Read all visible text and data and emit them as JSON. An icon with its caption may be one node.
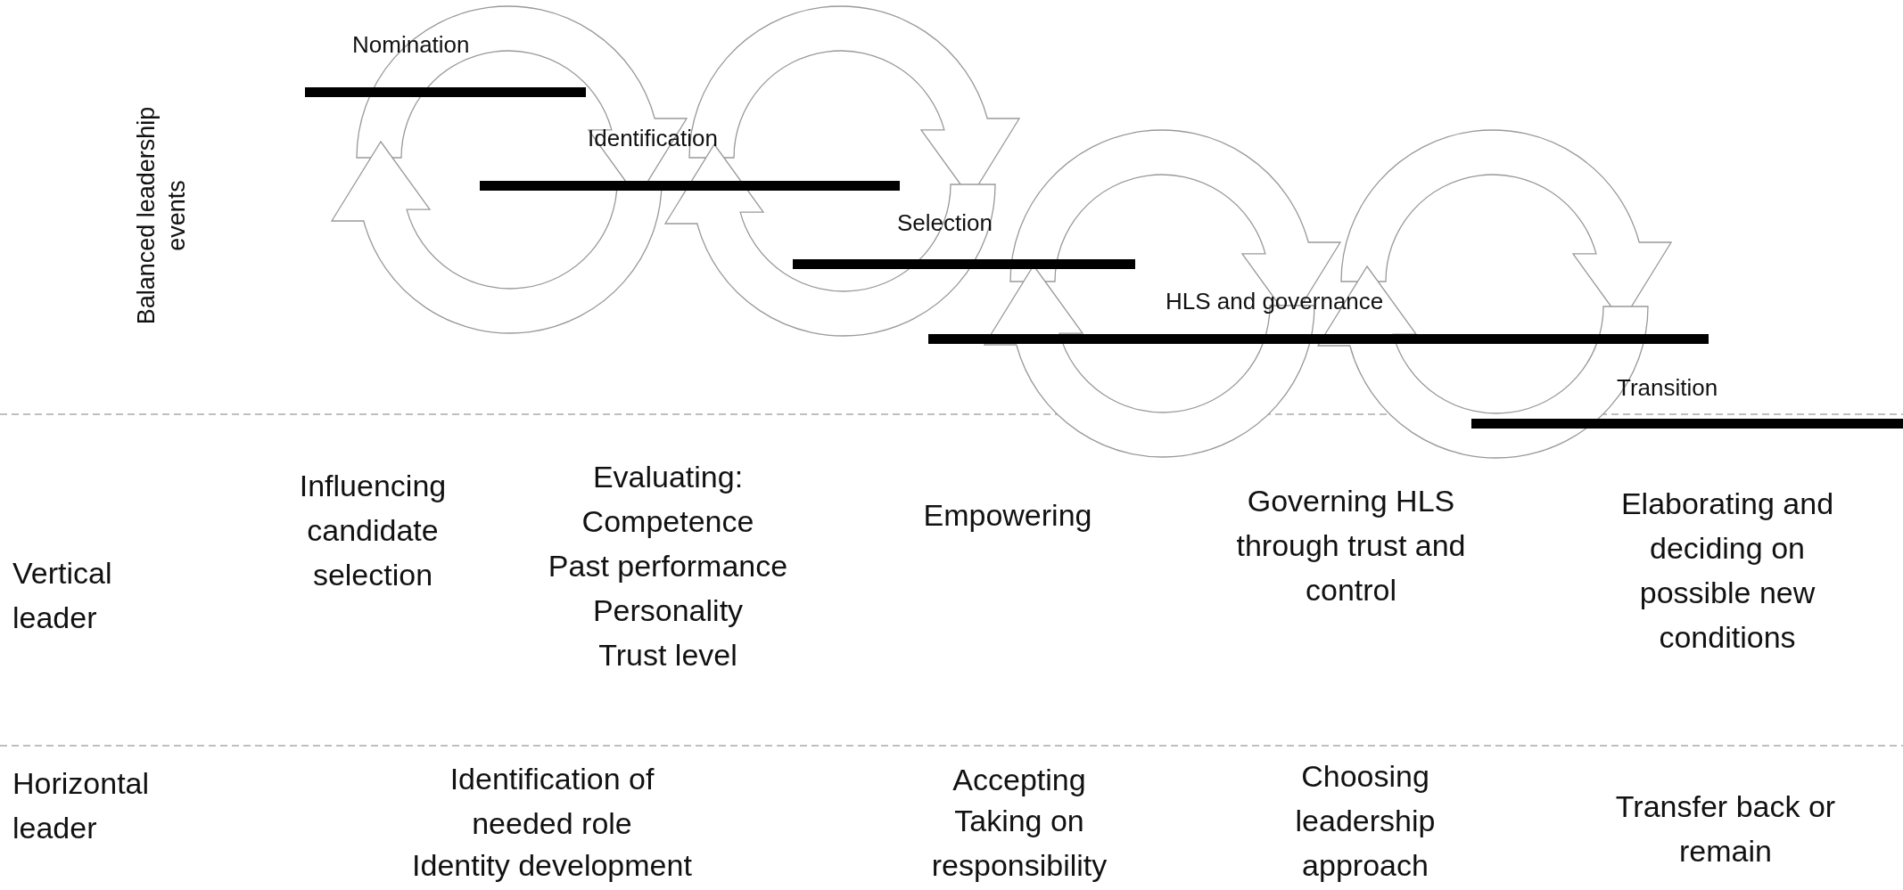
{
  "diagram": {
    "nodes": [
      {
        "text": [
          "Nomination"
        ]
      },
      {
        "text": [
          "Identification"
        ]
      },
      {
        "text": [
          "Selection"
        ]
      },
      {
        "text": [
          "HLS and governance"
        ]
      },
      {
        "text": [
          "Transition"
        ]
      }
    ],
    "edges": [
      {
        "from": 0,
        "to": 1,
        "arrow": "to"
      },
      {
        "from": 1,
        "to": 0,
        "arrow": "to"
      },
      {
        "from": 1,
        "to": 2,
        "arrow": "to"
      },
      {
        "from": 2,
        "to": 1,
        "arrow": "to"
      },
      {
        "from": 2,
        "to": 3,
        "arrow": "to"
      },
      {
        "from": 3,
        "to": 2,
        "arrow": "to"
      },
      {
        "from": 3,
        "to": 4,
        "arrow": "to"
      },
      {
        "from": 4,
        "to": 3,
        "arrow": "to"
      }
    ],
    "labels": [
      "Balanced leadership events",
      "Vertical leader",
      "Influencing candidate selection",
      "Evaluating:",
      "Competence",
      "Past performance",
      "Personality",
      "Trust level",
      "Empowering",
      "Governing HLS through trust and control",
      "Elaborating and deciding on possible new conditions",
      "Horizontal leader",
      "Identification of needed role",
      "Identity development",
      "Accepting",
      "Taking on responsibility",
      "Choosing leadership approach",
      "Transfer back or remain"
    ]
  }
}
